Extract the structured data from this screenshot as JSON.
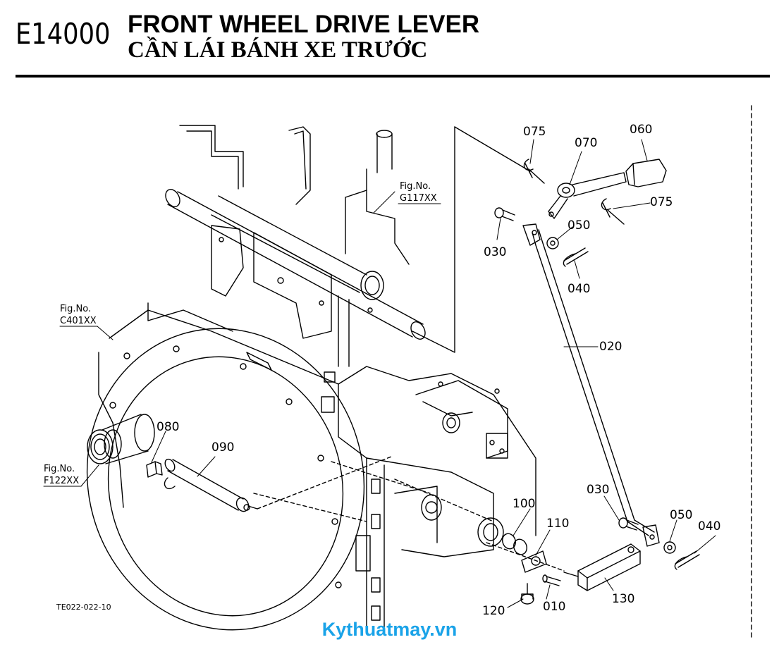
{
  "header": {
    "code": "E14000",
    "title_en": "FRONT WHEEL DRIVE LEVER",
    "title_vi": "CẦN LÁI BÁNH XE TRƯỚC"
  },
  "diagram": {
    "drawing_number": "TE022-022-10",
    "figure_refs": [
      {
        "line1": "Fig.No.",
        "line2": "G117XX"
      },
      {
        "line1": "Fig.No.",
        "line2": "C401XX"
      },
      {
        "line1": "Fig.No.",
        "line2": "F122XX"
      }
    ],
    "parts": {
      "p010": "010",
      "p020": "020",
      "p030a": "030",
      "p030b": "030",
      "p040a": "040",
      "p040b": "040",
      "p050a": "050",
      "p050b": "050",
      "p060": "060",
      "p070": "070",
      "p075a": "075",
      "p075b": "075",
      "p080": "080",
      "p090": "090",
      "p100": "100",
      "p110": "110",
      "p120": "120",
      "p130": "130"
    }
  },
  "watermark": "Kythuatmay.vn",
  "colors": {
    "ink": "#000000",
    "watermark": "#1aa3e8"
  }
}
